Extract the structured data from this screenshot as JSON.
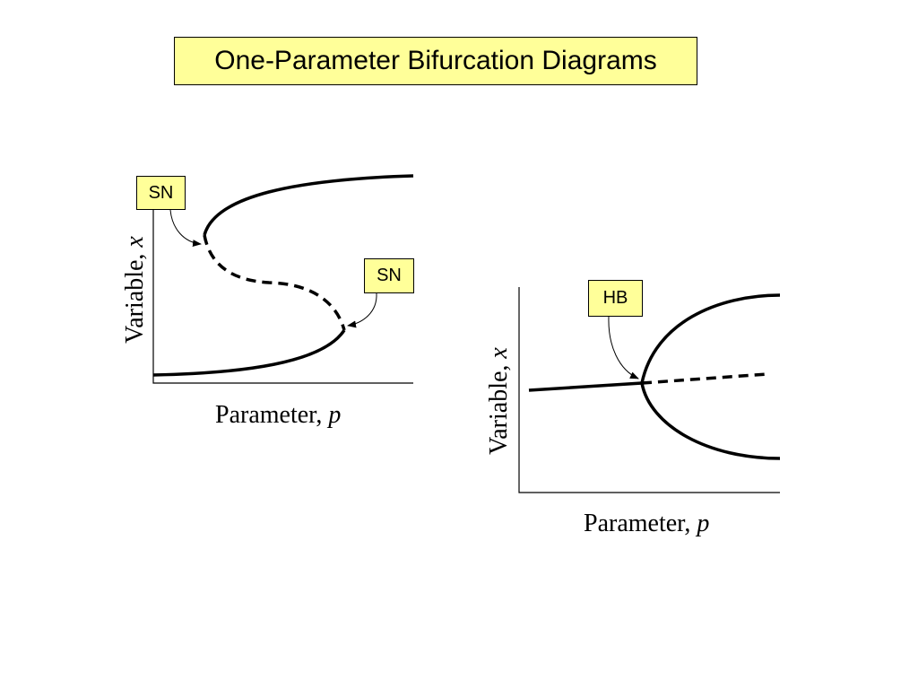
{
  "title": "One-Parameter Bifurcation Diagrams",
  "left_diagram": {
    "xlabel": "Parameter, ",
    "xvar": "p",
    "ylabel": "Variable, ",
    "yvar": "x",
    "annotations": [
      {
        "label": "SN"
      },
      {
        "label": "SN"
      }
    ]
  },
  "right_diagram": {
    "xlabel": "Parameter, ",
    "xvar": "p",
    "ylabel": "Variable, ",
    "yvar": "x",
    "annotations": [
      {
        "label": "HB"
      }
    ]
  },
  "colors": {
    "label_fill": "#ffff99",
    "stroke": "#000000"
  }
}
